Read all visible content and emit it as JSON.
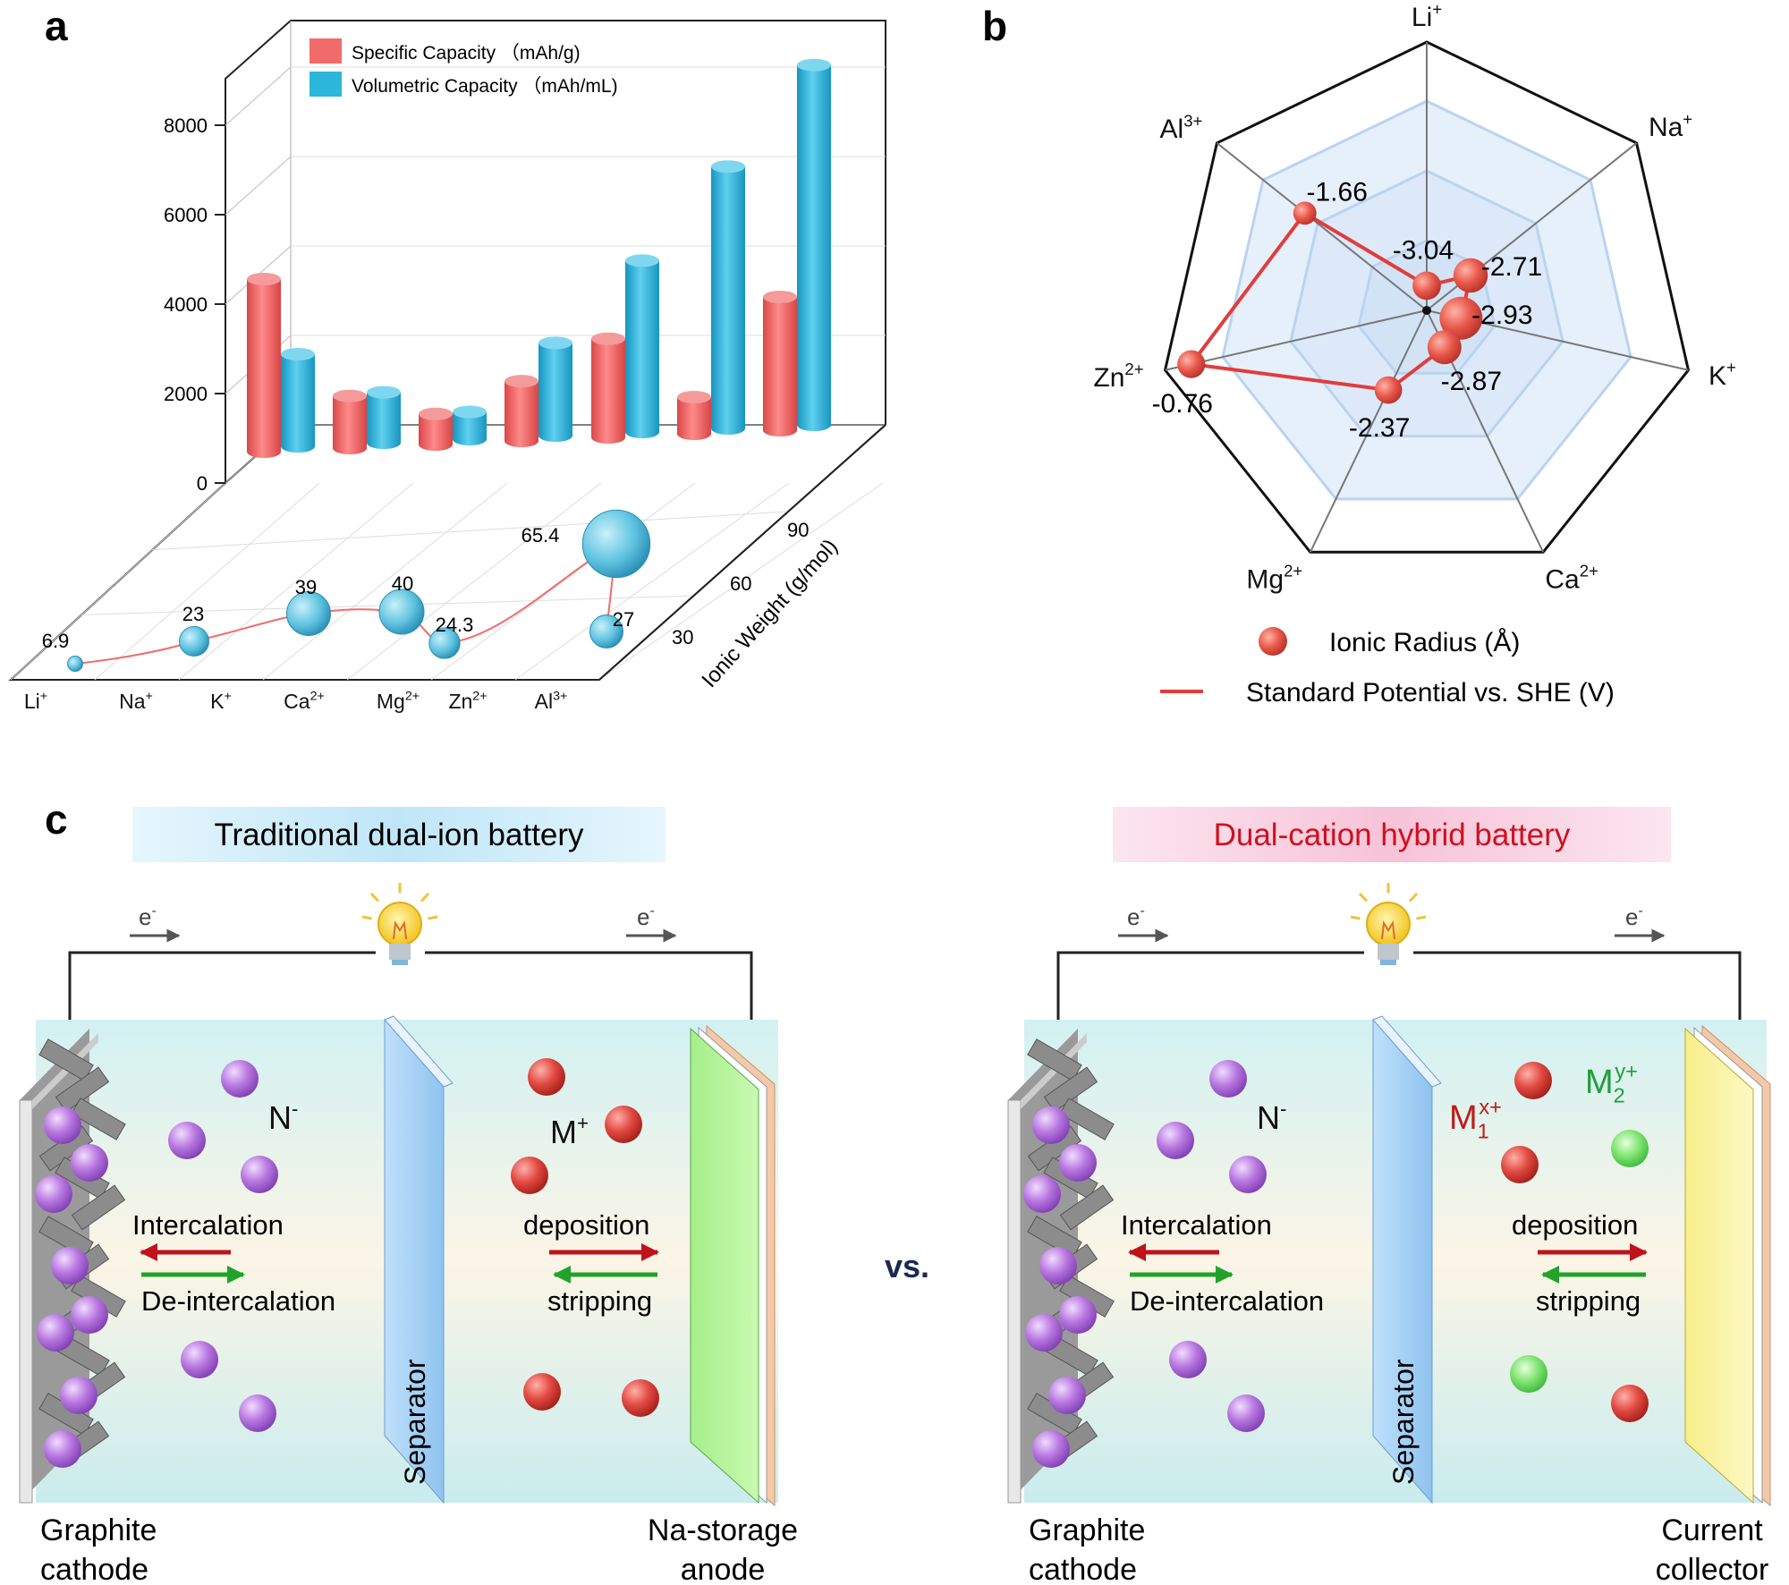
{
  "panel_labels": {
    "a": "a",
    "b": "b",
    "c": "c"
  },
  "colors": {
    "specific": "#f26b6b",
    "volumetric": "#2bb6dc",
    "bubble": "#5fc3e0",
    "radar_line": "#e23c3c",
    "radar_dot": "#e8574a",
    "purple_ion": "#b878e0",
    "red_ion": "#e24a42",
    "green_ion": "#5ed35e",
    "separator": "#a9d4f5",
    "na_anode": "#b7f59a",
    "collector": "#fbf3a0",
    "arrow_red": "#c0121a",
    "arrow_green": "#22a22a",
    "traditional_banner": "#bfe6f8",
    "hybrid_banner": "#f7c3d8",
    "hybrid_title": "#d0101e"
  },
  "chart_data": [
    {
      "type": "bar",
      "panel": "a",
      "categories": [
        "Li+",
        "Na+",
        "K+",
        "Ca2+",
        "Mg2+",
        "Zn2+",
        "Al3+"
      ],
      "category_labels": [
        {
          "base": "Li",
          "sup": "+"
        },
        {
          "base": "Na",
          "sup": "+"
        },
        {
          "base": "K",
          "sup": "+"
        },
        {
          "base": "Ca",
          "sup": "2+"
        },
        {
          "base": "Mg",
          "sup": "2+"
        },
        {
          "base": "Zn",
          "sup": "2+"
        },
        {
          "base": "Al",
          "sup": "3+"
        }
      ],
      "series": [
        {
          "name": "Specific Capacity （mAh/g)",
          "values": [
            3860,
            1166,
            685,
            1337,
            2205,
            820,
            2980
          ]
        },
        {
          "name": "Volumetric Capacity （mAh/mL)",
          "values": [
            2060,
            1128,
            610,
            2073,
            3832,
            5855,
            8046
          ]
        }
      ],
      "yticks": [
        "0",
        "2000",
        "4000",
        "6000",
        "8000"
      ],
      "ylim": [
        0,
        9000
      ],
      "legend": "top-left"
    },
    {
      "type": "scatter",
      "panel": "a",
      "ylabel": "Ionic Weight (g/mol)",
      "yticks": [
        "30",
        "60",
        "90"
      ],
      "values": [
        6.9,
        23,
        39,
        40,
        24.3,
        65.4,
        27
      ],
      "value_labels": [
        "6.9",
        "23",
        "39",
        "40",
        "24.3",
        "65.4",
        "27"
      ]
    },
    {
      "type": "radar",
      "panel": "b",
      "axes": [
        {
          "base": "Li",
          "sup": "+"
        },
        {
          "base": "Na",
          "sup": "+"
        },
        {
          "base": "K",
          "sup": "+"
        },
        {
          "base": "Ca",
          "sup": "2+"
        },
        {
          "base": "Mg",
          "sup": "2+"
        },
        {
          "base": "Zn",
          "sup": "2+"
        },
        {
          "base": "Al",
          "sup": "3+"
        }
      ],
      "potential_labels": [
        "-3.04",
        "-2.71",
        "-2.93",
        "-2.87",
        "-2.37",
        "-0.76",
        "-1.66"
      ],
      "potential_values": [
        -3.04,
        -2.71,
        -2.93,
        -2.87,
        -2.37,
        -0.76,
        -1.66
      ],
      "ionic_radius_relative": [
        0.76,
        1.02,
        1.38,
        1.0,
        0.72,
        0.74,
        0.535
      ],
      "legend": [
        {
          "kind": "dot",
          "text": "Ionic Radius (Å)"
        },
        {
          "kind": "line",
          "text": "Standard Potential vs. SHE (V)"
        }
      ]
    }
  ],
  "panel_c": {
    "vs": "vs.",
    "left": {
      "banner": "Traditional dual-ion battery",
      "electron": "e",
      "electron_sup": "-",
      "anion": "N",
      "anion_sup": "-",
      "cation": "M",
      "cation_sup": "+",
      "intercalation": "Intercalation",
      "deintercalation": "De-intercalation",
      "deposition": "deposition",
      "stripping": "stripping",
      "separator": "Separator",
      "cathode_line1": "Graphite",
      "cathode_line2": "cathode",
      "anode_line1": "Na-storage",
      "anode_line2": "anode"
    },
    "right": {
      "banner": "Dual-cation hybrid battery",
      "electron": "e",
      "electron_sup": "-",
      "anion": "N",
      "anion_sup": "-",
      "m1": "M",
      "m1_sub": "1",
      "m1_sup": "x+",
      "m2": "M",
      "m2_sub": "2",
      "m2_sup": "y+",
      "intercalation": "Intercalation",
      "deintercalation": "De-intercalation",
      "deposition": "deposition",
      "stripping": "stripping",
      "separator": "Separator",
      "cathode_line1": "Graphite",
      "cathode_line2": "cathode",
      "collector_line1": "Current",
      "collector_line2": "collector"
    }
  }
}
